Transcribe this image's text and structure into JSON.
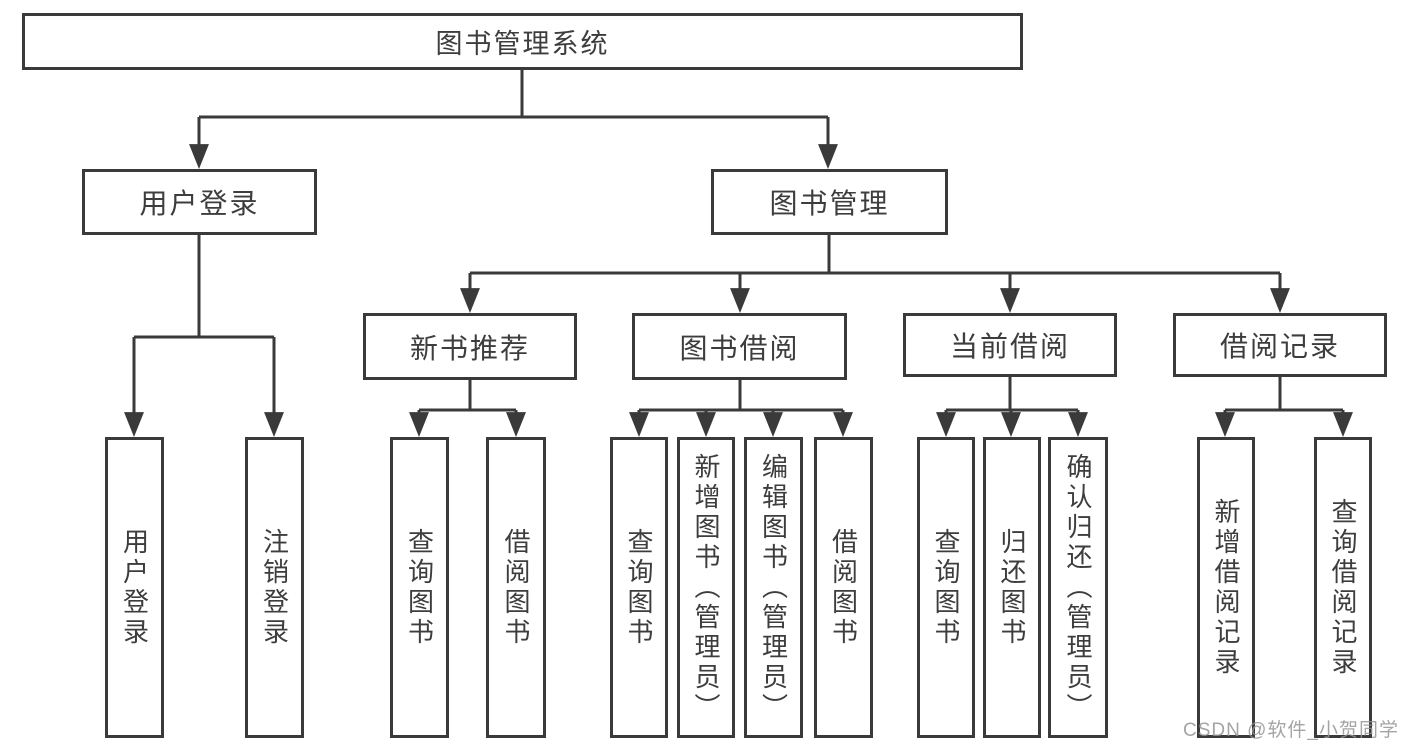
{
  "tree": {
    "label": "图书管理系统",
    "children": [
      {
        "label": "用户登录",
        "children": [
          {
            "label": "用户登录"
          },
          {
            "label": "注销登录"
          }
        ]
      },
      {
        "label": "图书管理",
        "children": [
          {
            "label": "新书推荐",
            "children": [
              {
                "label": "查询图书"
              },
              {
                "label": "借阅图书"
              }
            ]
          },
          {
            "label": "图书借阅",
            "children": [
              {
                "label": "查询图书"
              },
              {
                "label": "新增图书（管理员）"
              },
              {
                "label": "编辑图书（管理员）"
              },
              {
                "label": "借阅图书"
              }
            ]
          },
          {
            "label": "当前借阅",
            "children": [
              {
                "label": "查询图书"
              },
              {
                "label": "归还图书"
              },
              {
                "label": "确认归还（管理员）"
              }
            ]
          },
          {
            "label": "借阅记录",
            "children": [
              {
                "label": "新增借阅记录"
              },
              {
                "label": "查询借阅记录"
              }
            ]
          }
        ]
      }
    ]
  },
  "watermark": {
    "text": "CSDN @软件_小贺同学"
  },
  "colors": {
    "line": "#3a3a3a",
    "node_border": "#3a3a3a",
    "node_text": "#3d3d3d",
    "background": "#ffffff",
    "watermark": "#949494"
  }
}
